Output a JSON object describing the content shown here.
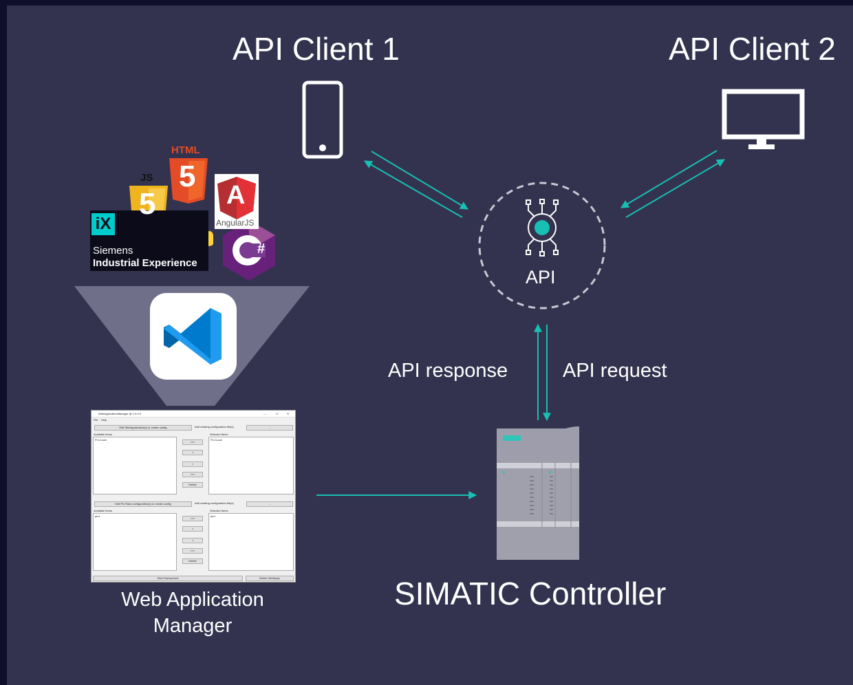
{
  "labels": {
    "api_client_1": "API Client 1",
    "api_client_2": "API Client 2",
    "api_hub": "API",
    "api_response": "API response",
    "api_request": "API request",
    "controller": "SIMATIC Controller",
    "web_app_manager_line1": "Web Application",
    "web_app_manager_line2": "Manager"
  },
  "logos": {
    "html": "HTML",
    "html_digit": "5",
    "js": "JS",
    "js_digit": "5",
    "ix_mark": "iX",
    "siemens": "Siemens",
    "industrial_experience": "Industrial Experience",
    "angular_letter": "A",
    "angular_text": "AngularJS",
    "csharp": "#"
  },
  "wam_window": {
    "title": "WebApplicationManager @ 1.0.0.0",
    "menu_file": "File",
    "menu_help": "Help",
    "edit_webapps_button": "Edit WebApplication(s) or create config",
    "add_config_label_1": "Add existing configuration file(s)",
    "browse_1": "...",
    "available_items_1": "Available Items",
    "available_value_1": "PLCLoad",
    "selected_items_1": "Selected Items",
    "selected_value_1": "PLCLoad",
    "move_all_right_1": ">>>",
    "move_right_1": ">",
    "move_left_1": "<",
    "move_all_left_1": "<<<",
    "delete_1": "Delete",
    "edit_plc_button": "Edit Plc Rack configuration(s) or create config",
    "add_config_label_2": "Add existing configuration file(s)",
    "browse_2": "...",
    "available_items_2": "Available Items",
    "available_value_2": "plc1",
    "selected_items_2": "Selected Items",
    "selected_value_2": "plc1",
    "move_all_right_2": ">>>",
    "move_right_2": ">",
    "move_left_2": "<",
    "move_all_left_2": "<<<",
    "delete_2": "Delete",
    "start_deployment": "Start Deployment",
    "delete_webapps": "Delete WebApps",
    "min": "—",
    "max": "☐",
    "close": "✕"
  },
  "icons": {
    "client1": "smartphone-icon",
    "client2": "monitor-icon",
    "hub": "network-hub-icon",
    "editor": "vscode-icon",
    "controller": "plc-controller-icon"
  },
  "colors": {
    "page_background": "#33334f",
    "outer_frame": "#0f0f2b",
    "arrow": "#18bfb3",
    "text": "#ffffff",
    "funnel": "#6f6f89",
    "hub_dash": "#c8c8d4"
  }
}
